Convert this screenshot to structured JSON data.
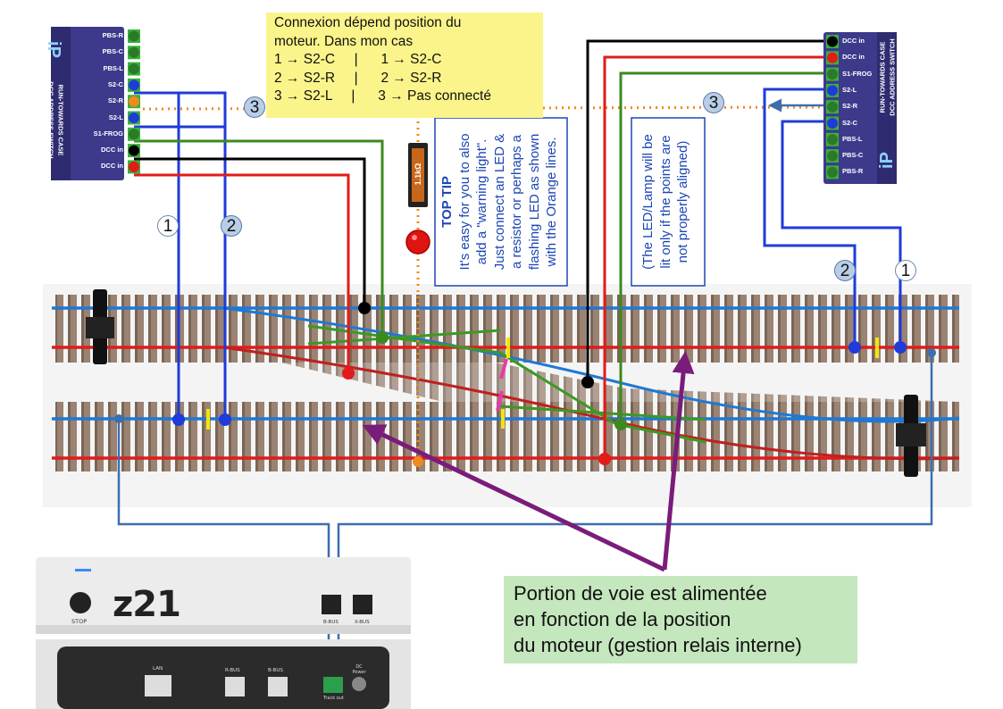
{
  "note_lines": [
    "Connexion dépend position du",
    "moteur. Dans mon cas",
    "1 → S2-C     |      1 → S2-C",
    "2 → S2-R     |      2 → S2-R",
    "3 → S2-L     |      3 → Pas connecté"
  ],
  "green_note_lines": [
    "Portion de voie est alimentée",
    "en fonction de la position",
    "du moteur (gestion relais interne)"
  ],
  "top_tip": {
    "title": "TOP TIP",
    "lines": [
      "It's easy for you to also",
      "add a \"warning light\".",
      "Just connect an LED &",
      "a resistor or perhaps a",
      "flashing LED  as shown",
      "with the Orange lines."
    ]
  },
  "led_note_lines": [
    "(The LED/Lamp will be",
    "lit only if the points are",
    "not properly aligned)"
  ],
  "resistor_label": "1.1kΩ",
  "switch_left": {
    "brand": "iP",
    "model_line1": "DCC ADDRESS SWITCH",
    "model_line2": "RUN-TOWARDS CASE",
    "pins": [
      "PBS-R",
      "PBS-C",
      "PBS-L",
      "S2-C",
      "S2-R",
      "S2-L",
      "S1-FROG",
      "DCC in",
      "DCC in"
    ]
  },
  "switch_right": {
    "brand": "iP",
    "model_line1": "DCC ADDRESS SWITCH",
    "model_line2": "RUN-TOWARDS CASE",
    "pins": [
      "DCC in",
      "DCC in",
      "S1-FROG",
      "S2-L",
      "S2-R",
      "S2-C",
      "PBS-L",
      "PBS-C",
      "PBS-R"
    ]
  },
  "badges_left": [
    {
      "label": "1"
    },
    {
      "label": "2"
    },
    {
      "label": "3"
    }
  ],
  "badges_right": [
    {
      "label": "3"
    },
    {
      "label": "2"
    },
    {
      "label": "1"
    }
  ],
  "device": {
    "logo": "z21",
    "stop_label": "STOP",
    "port_labels_top": [
      "B-BUS",
      "X-BUS"
    ],
    "port_labels_back": [
      "LAN",
      "R-BUS",
      "B-BUS",
      "Track out",
      "DC Power"
    ]
  },
  "colors": {
    "red": "#e21b1b",
    "blue": "#1f3bd9",
    "green": "#3b8a1f",
    "black": "#000000",
    "orange": "#f08a1c",
    "purple": "#7a1c7a",
    "board": "#3d3a8c",
    "steel_blue": "#3b6fb0"
  }
}
